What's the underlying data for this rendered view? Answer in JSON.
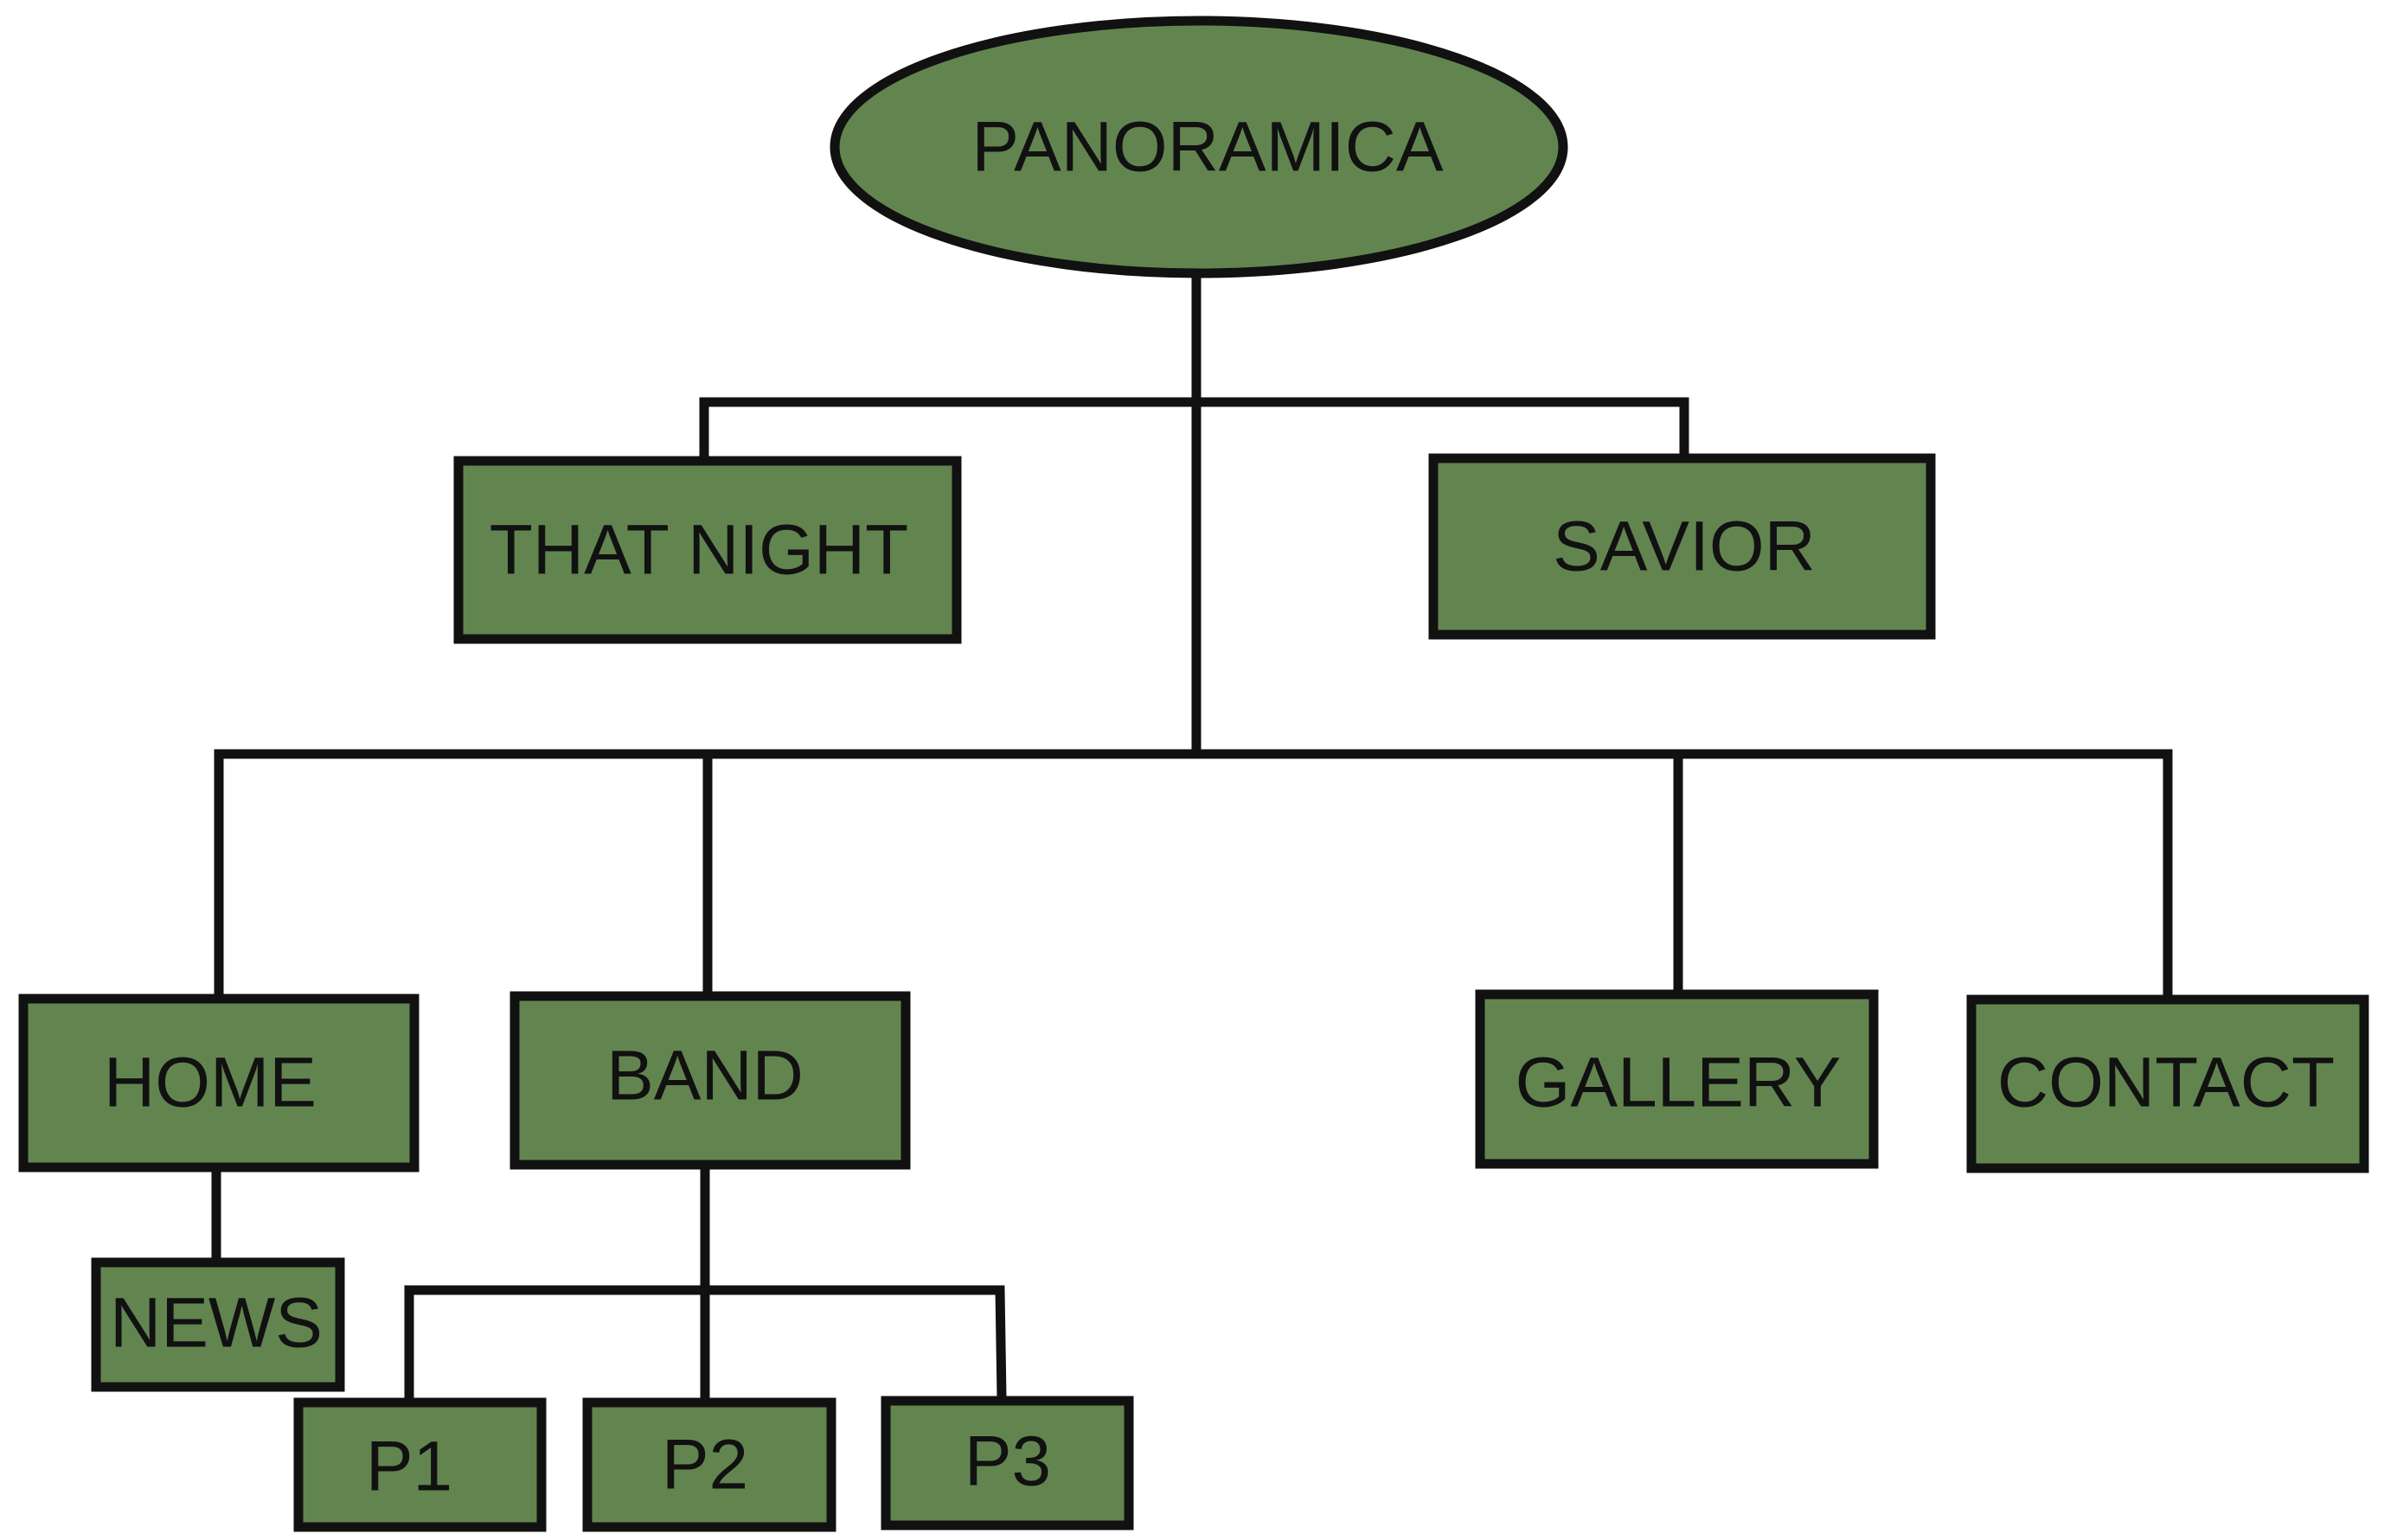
{
  "colors": {
    "node_fill": "#628550",
    "border": "#111111",
    "background": "#ffffff"
  },
  "nodes": {
    "root": "PANORAMICA",
    "that_night": "THAT NIGHT",
    "savior": "SAVIOR",
    "home": "HOME",
    "band": "BAND",
    "gallery": "GALLERY",
    "contact": "CONTACT",
    "news": "NEWS",
    "p1": "P1",
    "p2": "P2",
    "p3": "P3"
  },
  "hierarchy": {
    "root": [
      "that_night",
      "savior",
      "home",
      "band",
      "gallery",
      "contact"
    ],
    "home": [
      "news"
    ],
    "band": [
      "p1",
      "p2",
      "p3"
    ]
  }
}
